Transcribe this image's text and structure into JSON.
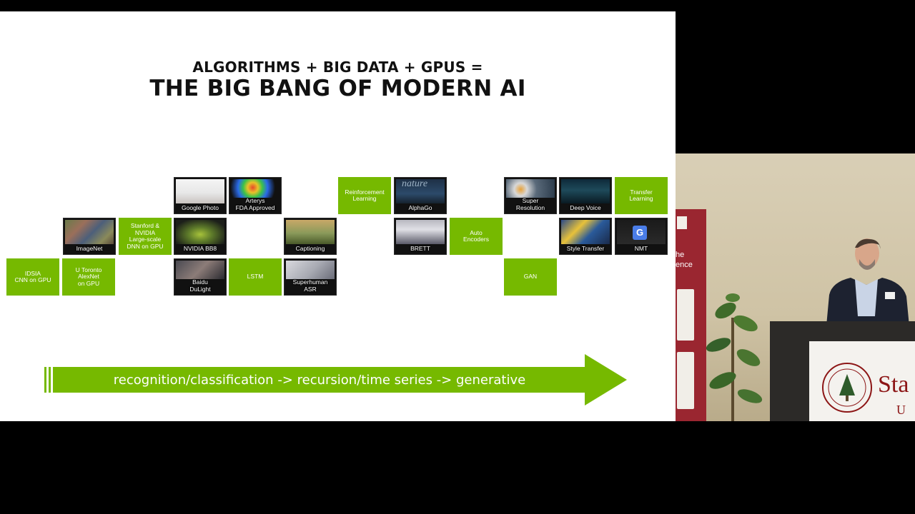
{
  "slide": {
    "subtitle": "ALGORITHMS + BIG DATA + GPUS =",
    "title": "THE BIG BANG OF MODERN AI",
    "arrow_label": "recognition/classification -> recursion/time series -> generative",
    "accent_color": "#76b900",
    "tiles": [
      {
        "id": "idsia",
        "style": "green",
        "lines": [
          "IDSIA",
          "CNN on GPU"
        ]
      },
      {
        "id": "u-toronto",
        "style": "green",
        "lines": [
          "U Toronto",
          "AlexNet",
          "on GPU"
        ]
      },
      {
        "id": "imagenet",
        "style": "dark",
        "thumb": "photo-mosaic",
        "lines": [
          "ImageNet"
        ]
      },
      {
        "id": "stanford-nvidia",
        "style": "green",
        "lines": [
          "Stanford &",
          "NVIDIA",
          "Large-scale",
          "DNN on GPU"
        ]
      },
      {
        "id": "google-photo",
        "style": "dark",
        "thumb": "web-page",
        "lines": [
          "Google Photo"
        ]
      },
      {
        "id": "nvidia-bb8",
        "style": "dark",
        "thumb": "car",
        "lines": [
          "NVIDIA BB8"
        ]
      },
      {
        "id": "baidu-dulight",
        "style": "dark",
        "thumb": "hand",
        "lines": [
          "Baidu",
          "DuLight"
        ]
      },
      {
        "id": "arterys",
        "style": "dark",
        "thumb": "heart-scan",
        "lines": [
          "Arterys",
          "FDA Approved"
        ]
      },
      {
        "id": "lstm",
        "style": "green",
        "lines": [
          "LSTM"
        ]
      },
      {
        "id": "captioning",
        "style": "dark",
        "thumb": "landscape",
        "lines": [
          "Captioning"
        ]
      },
      {
        "id": "superhuman-asr",
        "style": "dark",
        "thumb": "logo-screen",
        "lines": [
          "Superhuman",
          "ASR"
        ]
      },
      {
        "id": "reinforcement-learning",
        "style": "green",
        "lines": [
          "Reinforcement",
          "Learning"
        ]
      },
      {
        "id": "alphago",
        "style": "dark",
        "thumb": "journal-cover",
        "cover_text": "nature",
        "lines": [
          "AlphaGo"
        ]
      },
      {
        "id": "brett",
        "style": "dark",
        "thumb": "robot",
        "lines": [
          "BRETT"
        ]
      },
      {
        "id": "auto-encoders",
        "style": "green",
        "lines": [
          "Auto",
          "Encoders"
        ]
      },
      {
        "id": "super-resolution",
        "style": "dark",
        "thumb": "robot-toys",
        "lines": [
          "Super",
          "Resolution"
        ]
      },
      {
        "id": "gan",
        "style": "green",
        "lines": [
          "GAN"
        ]
      },
      {
        "id": "deep-voice",
        "style": "dark",
        "thumb": "waveform",
        "lines": [
          "Deep Voice"
        ]
      },
      {
        "id": "style-transfer",
        "style": "dark",
        "thumb": "painting",
        "lines": [
          "Style Transfer"
        ]
      },
      {
        "id": "transfer-learning",
        "style": "green",
        "lines": [
          "Transfer",
          "Learning"
        ]
      },
      {
        "id": "nmt",
        "style": "dark",
        "thumb": "translate-logo",
        "badge": "G",
        "lines": [
          "NMT"
        ]
      }
    ]
  },
  "video": {
    "banner_text": [
      "he",
      "ence"
    ],
    "podium_text": [
      "Sta",
      "U"
    ]
  }
}
